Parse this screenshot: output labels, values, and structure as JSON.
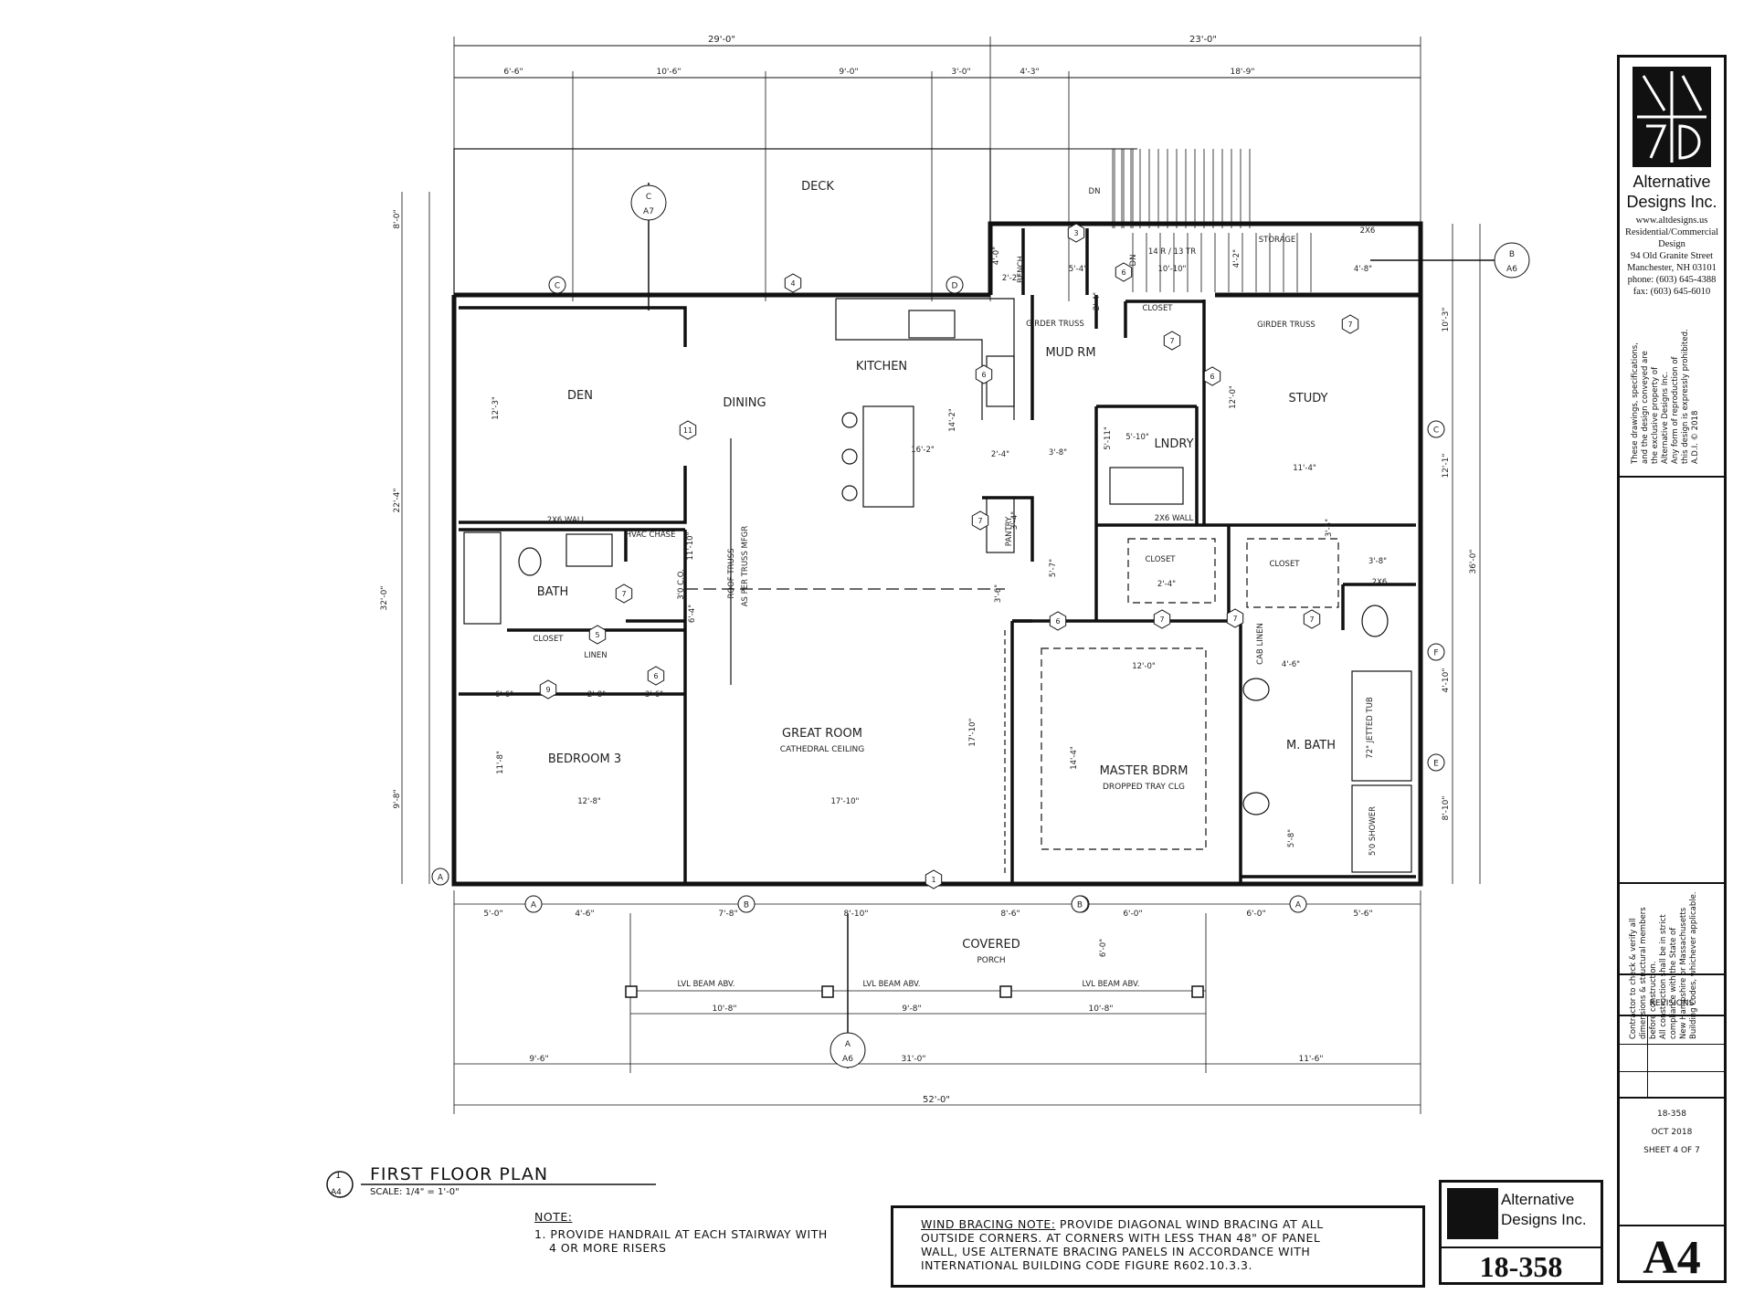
{
  "drawing_title": "FIRST FLOOR PLAN",
  "drawing_scale": "SCALE: 1/4\" = 1'-0\"",
  "title_callout": {
    "num": "1",
    "sheet": "A4"
  },
  "general_note": {
    "head": "NOTE:",
    "line1": "1. PROVIDE HANDRAIL AT EACH STAIRWAY WITH",
    "line2": "4 OR MORE RISERS"
  },
  "wind_note": {
    "head": "WIND BRACING NOTE:",
    "text1": " PROVIDE DIAGONAL WIND BRACING AT ALL",
    "line2": "OUTSIDE CORNERS.  AT CORNERS WITH LESS THAN 48\" OF PANEL",
    "line3": "WALL, USE ALTERNATE BRACING PANELS IN ACCORDANCE WITH",
    "line4": "INTERNATIONAL BUILDING CODE FIGURE R602.10.3.3."
  },
  "stamp": {
    "company_1": "Alternative",
    "company_2": "Designs Inc.",
    "project": "18-358"
  },
  "title_block": {
    "company_1": "Alternative",
    "company_2": "Designs Inc.",
    "web": "www.altdesigns.us",
    "type_1": "Residential/Commercial",
    "type_2": "Design",
    "street": "94 Old Granite Street",
    "city": "Manchester, NH 03101",
    "phone": "phone: (603) 645-4388",
    "fax": "fax: (603) 645-6010",
    "copyright": "These drawings, specifications,\nand the design conveyed are\nthe exclusive property of\nAlternative Designs Inc.\nAny form of reproduction of\nthis design is expressly prohibited.\nA.D.I. © 2018",
    "contractor": "Contractor to check & verify all\ndimensions & structural members\nbefore construction.\nAll construction shall be in strict\ncompliance with the State of\nNew Hampshire or Massachusetts\nBuilding Codes, whichever applicable.",
    "revisions": "REVISIONS",
    "project": "18-358",
    "date": "OCT 2018",
    "sheet_of": "SHEET 4 OF 7",
    "sheet": "A4"
  },
  "rooms": [
    {
      "name": "DEN",
      "sub": ""
    },
    {
      "name": "DINING",
      "sub": ""
    },
    {
      "name": "KITCHEN",
      "sub": ""
    },
    {
      "name": "MUD RM",
      "sub": ""
    },
    {
      "name": "STUDY",
      "sub": ""
    },
    {
      "name": "LNDRY",
      "sub": ""
    },
    {
      "name": "BATH",
      "sub": ""
    },
    {
      "name": "BEDROOM 3",
      "sub": ""
    },
    {
      "name": "GREAT ROOM",
      "sub": "CATHEDRAL CEILING"
    },
    {
      "name": "MASTER BDRM",
      "sub": "DROPPED TRAY CLG"
    },
    {
      "name": "M. BATH",
      "sub": ""
    },
    {
      "name": "DECK",
      "sub": ""
    },
    {
      "name": "COVERED",
      "sub": "PORCH"
    }
  ],
  "small_labels": [
    "CLOSET",
    "CLOSET",
    "CLOSET",
    "CLOSET",
    "LINEN",
    "STORAGE",
    "PANTRY",
    "BENCH",
    "HVAC CHASE",
    "GIRDER TRUSS",
    "GIRDER TRUSS",
    "2X6 WALL",
    "2X6 WALL",
    "14 R / 13 TR",
    "DN",
    "DN",
    "CAB LINEN",
    "72\" JETTED TUB",
    "5'0 SHOWER",
    "LVL BEAM ABV.",
    "LVL BEAM ABV.",
    "LVL BEAM ABV.",
    "ROOF TRUSS",
    "AS PER TRUSS MFGR",
    "3'0 C.O.",
    "2X6",
    "2X6"
  ],
  "dims_top_overall": [
    "29'-0\"",
    "23'-0\""
  ],
  "dims_top": [
    "6'-6\"",
    "10'-6\"",
    "9'-0\"",
    "3'-0\"",
    "4'-3\"",
    "18'-9\""
  ],
  "dims_bottom": [
    "5'-0\"",
    "4'-6\"",
    "7'-8\"",
    "8'-10\"",
    "8'-6\"",
    "6'-0\"",
    "6'-0\"",
    "5'-6\""
  ],
  "dims_porch": [
    "10'-8\"",
    "9'-8\"",
    "10'-8\""
  ],
  "dims_porch2": [
    "9'-6\"",
    "31'-0\"",
    "11'-6\""
  ],
  "dim_overall_bottom": "52'-0\"",
  "dims_left": [
    "8'-0\"",
    "22'-4\"",
    "9'-8\"",
    "32'-0\""
  ],
  "dims_right": [
    "10'-3\"",
    "12'-1\"",
    "4'-10\"",
    "8'-10\"",
    "36'-0\""
  ],
  "dims_interior": [
    "12'-3\"",
    "16'-2\"",
    "14'-2\"",
    "2'-4\"",
    "3'-8\"",
    "5'-11\"",
    "5'-10\"",
    "12'-0\"",
    "11'-4\"",
    "3'-5\"",
    "3'-8\"",
    "2'-4\"",
    "5'-7\"",
    "12'-0\"",
    "14'-4\"",
    "5'-8\"",
    "4'-6\"",
    "12'-8\"",
    "17'-10\"",
    "17'-10\"",
    "11'-8\"",
    "6'-6\"",
    "2'-8\"",
    "3'-6\"",
    "6'-4\"",
    "11'-10\"",
    "3'-6\"",
    "3'-4\"",
    "5'-4\"",
    "10'-10\"",
    "4'-8\"",
    "4'-2\"",
    "4'-0\"",
    "2'-2\"",
    "6'-0\"",
    "2'-4\""
  ],
  "grid_markers": [
    "A",
    "A",
    "A",
    "A",
    "B",
    "B",
    "C",
    "C",
    "D",
    "E",
    "F"
  ],
  "door_tags": [
    "1",
    "3",
    "4",
    "5",
    "6",
    "6",
    "6",
    "6",
    "6",
    "7",
    "7",
    "7",
    "7",
    "7",
    "7",
    "7",
    "9",
    "11"
  ],
  "section_markers": [
    {
      "top": "C",
      "bot": "A7"
    },
    {
      "top": "B",
      "bot": "A6"
    },
    {
      "top": "A",
      "bot": "A6"
    }
  ]
}
